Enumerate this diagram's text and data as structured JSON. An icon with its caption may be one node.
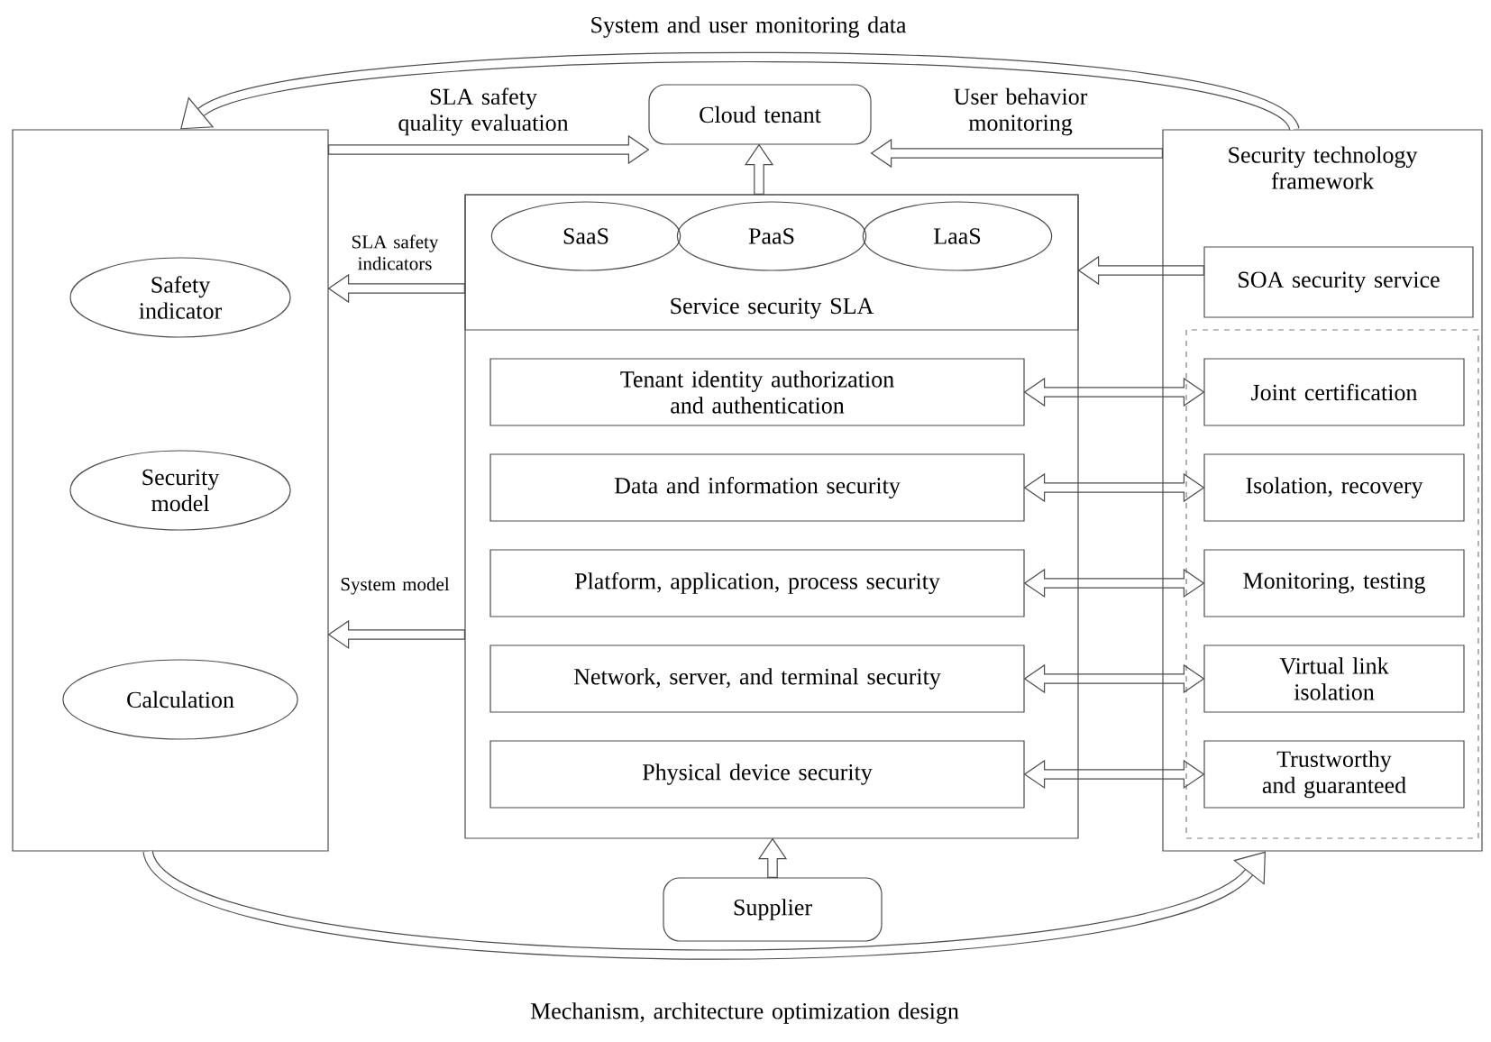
{
  "diagram": {
    "nodes": [
      {
        "text": [],
        "shape": "box"
      },
      {
        "text": [
          "Safety indicator"
        ],
        "in": 0
      },
      {
        "text": [
          "Security model"
        ],
        "in": 0
      },
      {
        "text": [
          "Calculation"
        ],
        "in": 0
      },
      {
        "text": [
          "Cloud tenant"
        ]
      },
      {
        "text": [],
        "shape": "box"
      },
      {
        "text": [
          "Service security SLA"
        ],
        "in": 5
      },
      {
        "text": [
          "SaaS"
        ],
        "in": 6
      },
      {
        "text": [
          "PaaS"
        ],
        "in": 6
      },
      {
        "text": [
          "LaaS"
        ],
        "in": 6
      },
      {
        "text": [
          "Tenant identity authorization and authentication"
        ],
        "in": 5
      },
      {
        "text": [
          "Data and information security"
        ],
        "in": 5
      },
      {
        "text": [
          "Platform, application, process security"
        ],
        "in": 5
      },
      {
        "text": [
          "Network, server, and terminal security"
        ],
        "in": 5
      },
      {
        "text": [
          "Physical device security"
        ],
        "in": 5
      },
      {
        "text": [
          "Supplier"
        ]
      },
      {
        "text": [
          "Security technology framework"
        ]
      },
      {
        "text": [
          "SOA security service"
        ],
        "in": 16
      },
      {
        "text": [],
        "shape": "box",
        "in": 16
      },
      {
        "text": [
          "Joint certification"
        ],
        "in": 18
      },
      {
        "text": [
          "Isolation, recovery"
        ],
        "in": 18
      },
      {
        "text": [
          "Monitoring, testing"
        ],
        "in": 18
      },
      {
        "text": [
          "Virtual link isolation"
        ],
        "in": 18
      },
      {
        "text": [
          "Trustworthy and guaranteed"
        ],
        "in": 18
      }
    ],
    "edges": [
      {
        "from": 0,
        "to": 4,
        "arrow": "to",
        "label": "SLA safety quality evaluation"
      },
      {
        "from": 16,
        "to": 4,
        "arrow": "to",
        "label": "User behavior monitoring"
      },
      {
        "from": 5,
        "to": 4,
        "arrow": "to"
      },
      {
        "from": 6,
        "to": 0,
        "arrow": "to",
        "label": "SLA safety indicators"
      },
      {
        "from": 17,
        "to": 6,
        "arrow": "to"
      },
      {
        "from": 5,
        "to": 0,
        "arrow": "to",
        "label": "System model"
      },
      {
        "from": 10,
        "to": 19,
        "arrow": "both"
      },
      {
        "from": 11,
        "to": 20,
        "arrow": "both"
      },
      {
        "from": 12,
        "to": 21,
        "arrow": "both"
      },
      {
        "from": 13,
        "to": 22,
        "arrow": "both"
      },
      {
        "from": 14,
        "to": 23,
        "arrow": "both"
      },
      {
        "from": 15,
        "to": 5,
        "arrow": "to"
      },
      {
        "from": 16,
        "to": 0,
        "arrow": "to",
        "label": "System and user monitoring data"
      },
      {
        "from": 0,
        "to": 16,
        "arrow": "to",
        "label": "Mechanism, architecture optimization design"
      }
    ]
  }
}
